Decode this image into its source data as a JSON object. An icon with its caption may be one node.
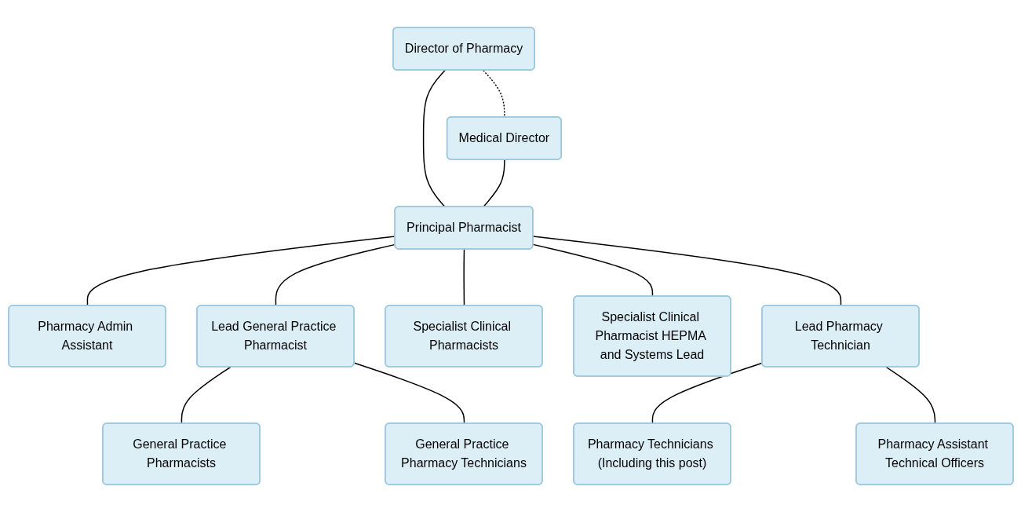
{
  "diagram": {
    "nodes": [
      {
        "text": [
          "Director of Pharmacy"
        ]
      },
      {
        "text": [
          "Medical Director"
        ]
      },
      {
        "text": [
          "Principal Pharmacist"
        ]
      },
      {
        "text": [
          "Pharmacy Admin Assistant"
        ]
      },
      {
        "text": [
          "Lead General Practice Pharmacist"
        ]
      },
      {
        "text": [
          "Specialist Clinical Pharmacists"
        ]
      },
      {
        "text": [
          "Specialist Clinical Pharmacist HEPMA and Systems Lead"
        ]
      },
      {
        "text": [
          "Lead Pharmacy Technician"
        ]
      },
      {
        "text": [
          "General Practice Pharmacists"
        ]
      },
      {
        "text": [
          "General Practice Pharmacy Technicians"
        ]
      },
      {
        "text": [
          "Pharmacy Technicians (Including this post)"
        ]
      },
      {
        "text": [
          "Pharmacy Assistant Technical Officers"
        ]
      }
    ],
    "edges": [
      {
        "from": 0,
        "to": 1,
        "arrow": "none",
        "style": "dashed"
      },
      {
        "from": 0,
        "to": 2,
        "arrow": "none"
      },
      {
        "from": 1,
        "to": 2,
        "arrow": "none"
      },
      {
        "from": 2,
        "to": 3,
        "arrow": "none"
      },
      {
        "from": 2,
        "to": 4,
        "arrow": "none"
      },
      {
        "from": 2,
        "to": 5,
        "arrow": "none"
      },
      {
        "from": 2,
        "to": 6,
        "arrow": "none"
      },
      {
        "from": 2,
        "to": 7,
        "arrow": "none"
      },
      {
        "from": 4,
        "to": 8,
        "arrow": "none"
      },
      {
        "from": 4,
        "to": 9,
        "arrow": "none"
      },
      {
        "from": 7,
        "to": 10,
        "arrow": "none"
      },
      {
        "from": 7,
        "to": 11,
        "arrow": "none"
      }
    ]
  }
}
